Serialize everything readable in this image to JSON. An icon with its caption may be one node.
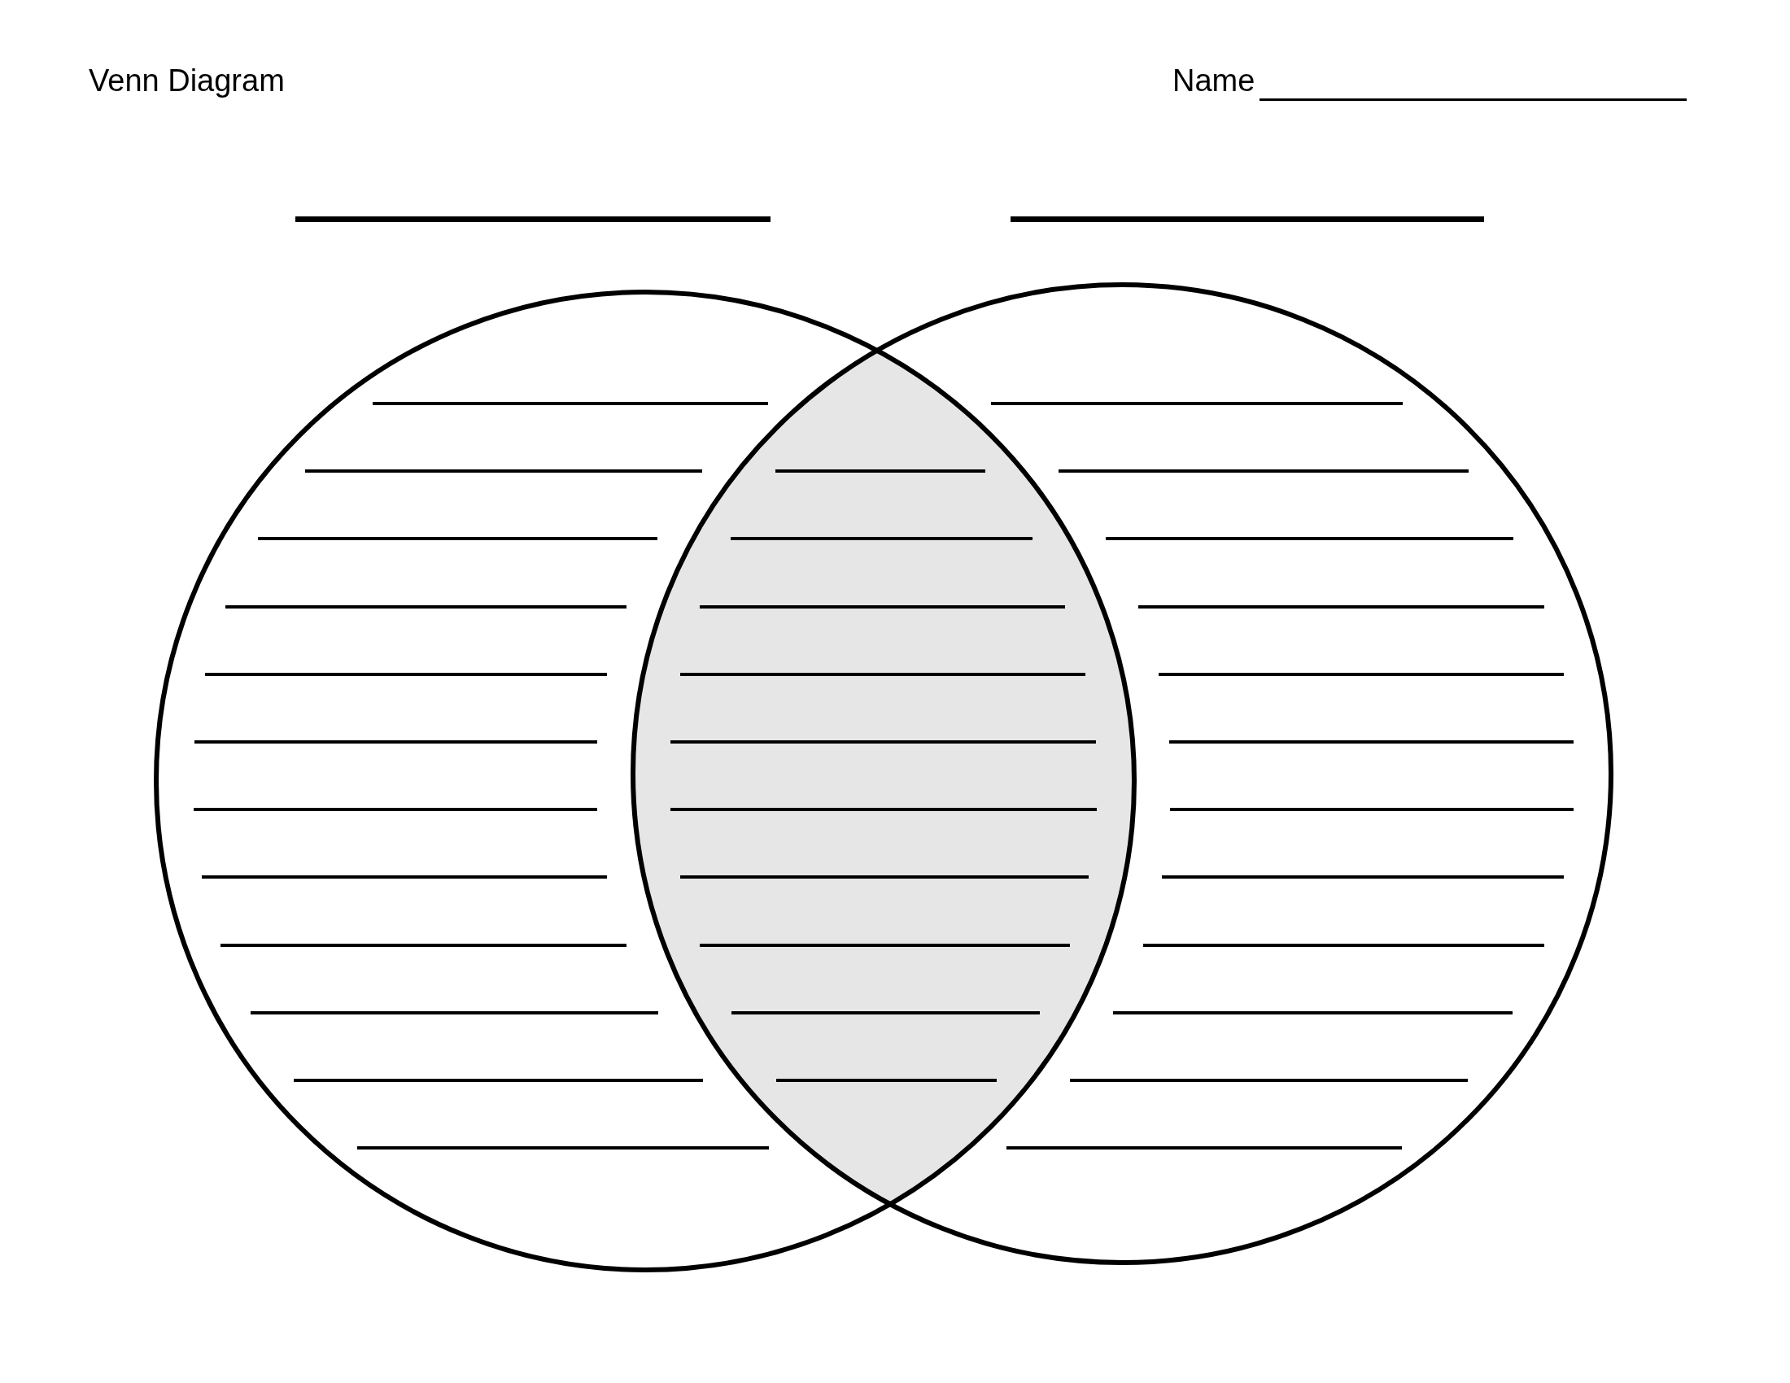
{
  "diagram": {
    "title": "Venn Diagram",
    "nodes": [
      {
        "text": [],
        "shape": "circle"
      },
      {
        "text": [],
        "shape": "circle"
      }
    ],
    "labels": [
      "Name"
    ]
  }
}
